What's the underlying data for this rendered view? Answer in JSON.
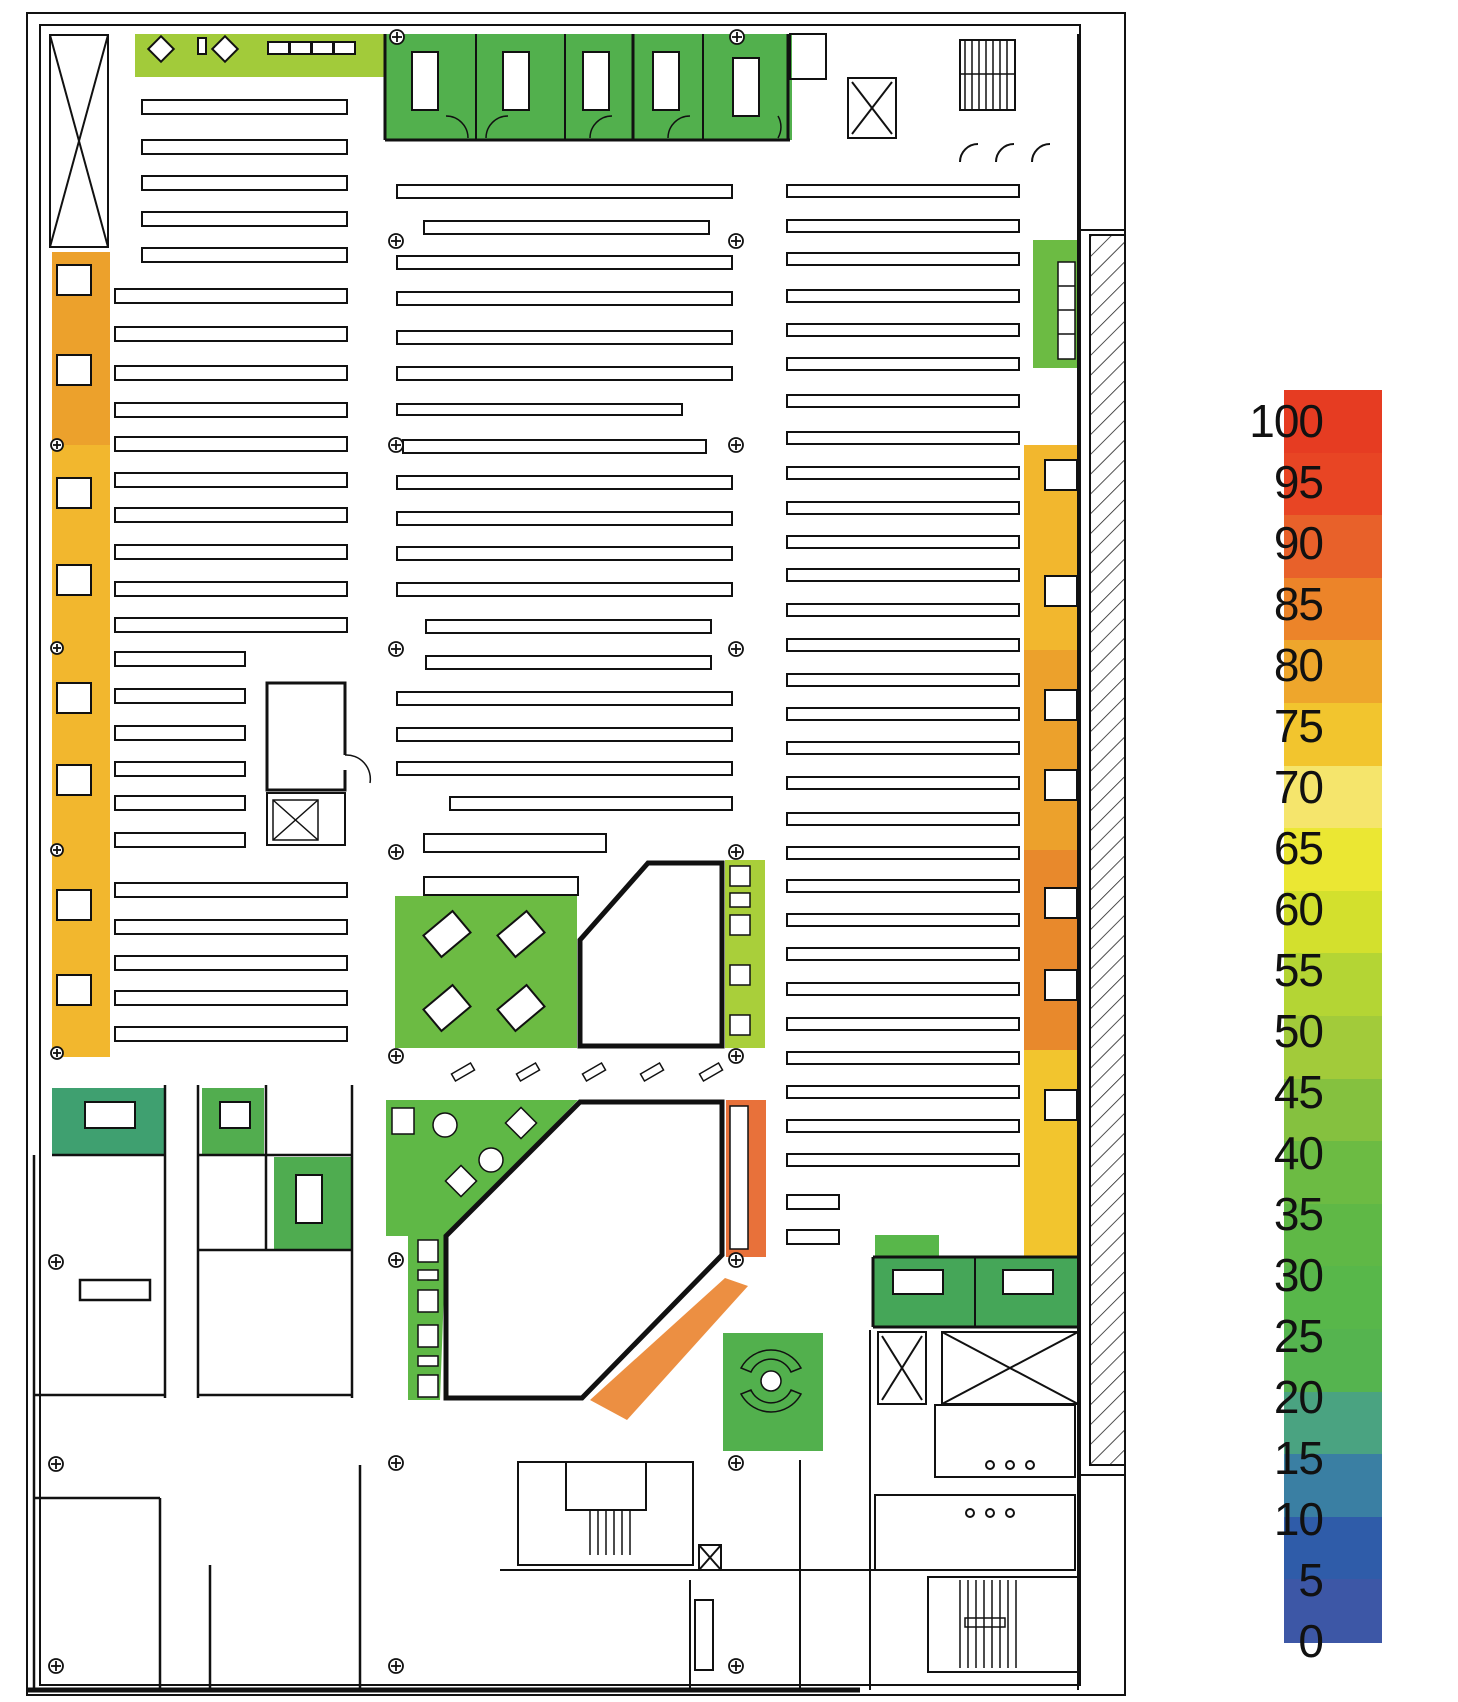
{
  "figure": {
    "type": "floor-plan-heatmap",
    "subject": "Library floor plan with zone values color-coded"
  },
  "legend": {
    "orientation": "vertical",
    "min": 0,
    "max": 100,
    "step": 5,
    "labels": [
      "100",
      "95",
      "90",
      "85",
      "80",
      "75",
      "70",
      "65",
      "60",
      "55",
      "50",
      "45",
      "40",
      "35",
      "30",
      "25",
      "20",
      "15",
      "10",
      "5",
      "0"
    ],
    "bands": [
      {
        "from": 95,
        "to": 100,
        "color": "#e63c22"
      },
      {
        "from": 90,
        "to": 95,
        "color": "#e84524"
      },
      {
        "from": 85,
        "to": 90,
        "color": "#e8612a"
      },
      {
        "from": 80,
        "to": 85,
        "color": "#ec8429"
      },
      {
        "from": 75,
        "to": 80,
        "color": "#eea62c"
      },
      {
        "from": 70,
        "to": 75,
        "color": "#f2c52e"
      },
      {
        "from": 65,
        "to": 70,
        "color": "#f5e56c"
      },
      {
        "from": 60,
        "to": 65,
        "color": "#ebe733"
      },
      {
        "from": 55,
        "to": 60,
        "color": "#d3e02d"
      },
      {
        "from": 50,
        "to": 55,
        "color": "#b4d534"
      },
      {
        "from": 45,
        "to": 50,
        "color": "#a2cb3a"
      },
      {
        "from": 40,
        "to": 45,
        "color": "#85c13f"
      },
      {
        "from": 35,
        "to": 40,
        "color": "#6cbb43"
      },
      {
        "from": 30,
        "to": 35,
        "color": "#5fb846"
      },
      {
        "from": 25,
        "to": 30,
        "color": "#58b74a"
      },
      {
        "from": 20,
        "to": 25,
        "color": "#55b44f"
      },
      {
        "from": 15,
        "to": 20,
        "color": "#4aa381"
      },
      {
        "from": 10,
        "to": 15,
        "color": "#3a7fa3"
      },
      {
        "from": 5,
        "to": 10,
        "color": "#2f5ca9"
      },
      {
        "from": 0,
        "to": 5,
        "color": "#3d57a6"
      }
    ]
  },
  "chart_data": {
    "type": "heatmap",
    "title": "",
    "xlabel": "",
    "ylabel": "",
    "colorbar": {
      "min": 0,
      "max": 100,
      "ticks": [
        0,
        5,
        10,
        15,
        20,
        25,
        30,
        35,
        40,
        45,
        50,
        55,
        60,
        65,
        70,
        75,
        80,
        85,
        90,
        95,
        100
      ]
    },
    "zones": [
      {
        "name": "Top-left lounge seating strip",
        "approx_value": 50,
        "color": "#a2cb3a"
      },
      {
        "name": "Group study room 1 (top)",
        "approx_value": 30,
        "color": "#52b04d"
      },
      {
        "name": "Group study room 2 (top)",
        "approx_value": 30,
        "color": "#52b04d"
      },
      {
        "name": "Group study room 3 (top)",
        "approx_value": 30,
        "color": "#52b04d"
      },
      {
        "name": "Group study room 4 (top)",
        "approx_value": 30,
        "color": "#52b04d"
      },
      {
        "name": "Group study room 5 (top)",
        "approx_value": 30,
        "color": "#52b04d"
      },
      {
        "name": "West carrels upper",
        "approx_value": 82,
        "color": "#eca12c"
      },
      {
        "name": "West carrels lower",
        "approx_value": 77,
        "color": "#f2b72e"
      },
      {
        "name": "East computer desks (upper right)",
        "approx_value": 40,
        "color": "#6cbb43"
      },
      {
        "name": "East carrels top",
        "approx_value": 77,
        "color": "#f2b72e"
      },
      {
        "name": "East carrels middle",
        "approx_value": 82,
        "color": "#eca12c"
      },
      {
        "name": "East carrels lower-middle",
        "approx_value": 87,
        "color": "#e8892c"
      },
      {
        "name": "East carrels bottom",
        "approx_value": 75,
        "color": "#f2c52e"
      },
      {
        "name": "Central study tables",
        "approx_value": 40,
        "color": "#6cbb43"
      },
      {
        "name": "Service desk workstations (right of desk)",
        "approx_value": 52,
        "color": "#a9cf3a"
      },
      {
        "name": "Lounge area left of lower desk",
        "approx_value": 35,
        "color": "#5fb846"
      },
      {
        "name": "Lower desk east counter",
        "approx_value": 90,
        "color": "#e8713a"
      },
      {
        "name": "Lower desk diagonal counter",
        "approx_value": 88,
        "color": "#ec8f42"
      },
      {
        "name": "Circular seating pod",
        "approx_value": 30,
        "color": "#52b04d"
      },
      {
        "name": "Meeting room southwest A",
        "approx_value": 20,
        "color": "#3fa070"
      },
      {
        "name": "Meeting room southwest B",
        "approx_value": 25,
        "color": "#52ad4f"
      },
      {
        "name": "Meeting room southwest C",
        "approx_value": 25,
        "color": "#4fac50"
      },
      {
        "name": "Meeting rooms southeast",
        "approx_value": 25,
        "color": "#45a658"
      }
    ]
  }
}
